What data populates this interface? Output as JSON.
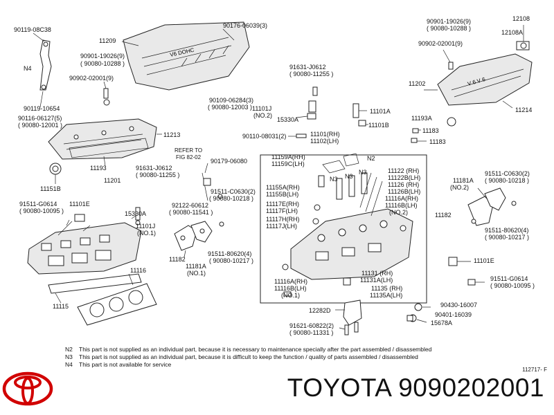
{
  "labels": {
    "p90119_08C38": "90119-08C38",
    "p11209": "11209",
    "p90176": "90176-06039(3)",
    "p90901_l": "90901-19026(9)",
    "p90080_10288_l": "( 90080-10288 )",
    "p90902_l": "90902-02001(9)",
    "n4": "N4",
    "p90119_10654": "90119-10654",
    "p90116": "90116-06127(5)",
    "p90080_12001": "( 90080-12001 )",
    "p91631_top": "91631-J0612",
    "p90080_11255_top": "( 90080-11255 )",
    "p90109": "90109-06284(3)",
    "p90080_12003": "( 90080-12003 )",
    "p11101J_top": "11101J",
    "no2_top": "(NO.2)",
    "p15330A_top": "15330A",
    "p11101A": "11101A",
    "p11101B": "11101B",
    "p11213": "11213",
    "p11193": "11193",
    "p11201": "11201",
    "p11151B": "11151B",
    "p90110": "90110-08031(2)",
    "p11101_rh": "11101(RH)",
    "p11102_lh": "11102(LH)",
    "p90901_r": "90901-19026(9)",
    "p90080_10288_r": "( 90080-10288 )",
    "p90902_r": "90902-02001(9)",
    "p12108": "12108",
    "p12108A": "12108A",
    "p11202": "11202",
    "p11193A": "11193A",
    "p11214": "11214",
    "p11183_a": "11183",
    "p11183_b": "11183",
    "refer_to": "REFER TO",
    "fig_ref": "FIG 82-02",
    "p90179": "90179-06080",
    "p91631_mid": "91631-J0612",
    "p90080_11255_mid": "( 90080-11255 )",
    "p91511_G0614_l": "91511-G0614",
    "p90080_10095_l": "( 90080-10095 )",
    "p11101E_l": "11101E",
    "p15330A_mid": "15330A",
    "p92122": "92122-60612",
    "p90080_11541": "( 90080-11541 )",
    "p91511_C0630_m": "91511-C0630(2)",
    "p90080_10218_m": "( 90080-10218 )",
    "p11101J_mid": "11101J",
    "no1_mid": "(NO.1)",
    "p91511_80620_m": "91511-80620(4)",
    "p90080_10217_m": "( 90080-10217 )",
    "p11182_m": "11182",
    "p11181A_m": "11181A",
    "no1_m": "(NO.1)",
    "p11116": "11116",
    "p11115": "11115",
    "p11159A": "11159A(RH)",
    "p11159C": "11159C(LH)",
    "n2_a": "N2",
    "n3_a": "N3",
    "n3_b": "N3",
    "n3_c": "N3",
    "p11155A": "11155A(RH)",
    "p11155B": "11155B(LH)",
    "p11117E": "11117E(RH)",
    "p11117F": "11117F(LH)",
    "p11117H": "11117H(RH)",
    "p11117J": "11117J(LH)",
    "p11122": "11122 (RH)",
    "p11122B": "11122B(LH)",
    "p11126": "11126 (RH)",
    "p11126B": "11126B(LH)",
    "p11116A_b": "11116A(RH)",
    "p11116B_b": "11116B(LH)",
    "no2_box": "(NO.2)",
    "p11116A_c": "11116A(RH)",
    "p11116B_c": "11116B(LH)",
    "no1_box": "(NO.1)",
    "p11131": "11131 (RH)",
    "p11131A": "11131A(LH)",
    "p11135": "11135 (RH)",
    "p11135A": "11135A(LH)",
    "p11181A_r": "11181A",
    "no2_r": "(NO.2)",
    "p91511_C0630_r": "91511-C0630(2)",
    "p90080_10218_r": "( 90080-10218 )",
    "p11182_r": "11182",
    "p91511_80620_r": "91511-80620(4)",
    "p90080_10217_r": "( 90080-10217 )",
    "p11101E_r": "11101E",
    "p91511_G0614_r": "91511-G0614",
    "p90080_10095_r": "( 90080-10095 )",
    "p12282D": "12282D",
    "p90430": "90430-16007",
    "p90401": "90401-16039",
    "p15678A": "15678A",
    "p91621": "91621-60822(2)",
    "p90080_11331": "( 90080-11331 )"
  },
  "notes": [
    {
      "key": "N2",
      "text": "This part is not supplied as an individual part, because it is necessary to maintenance specially after the part assembled / disassembled"
    },
    {
      "key": "N3",
      "text": "This part is not supplied as an individual part, because it is difficult to keep the function / quality of parts  assembled / disassembled"
    },
    {
      "key": "N4",
      "text": "This part is not available for service"
    }
  ],
  "catalog_code": "112717- F",
  "brand_text": "TOYOTA 9090202001",
  "logo_name": "TOYOTA"
}
